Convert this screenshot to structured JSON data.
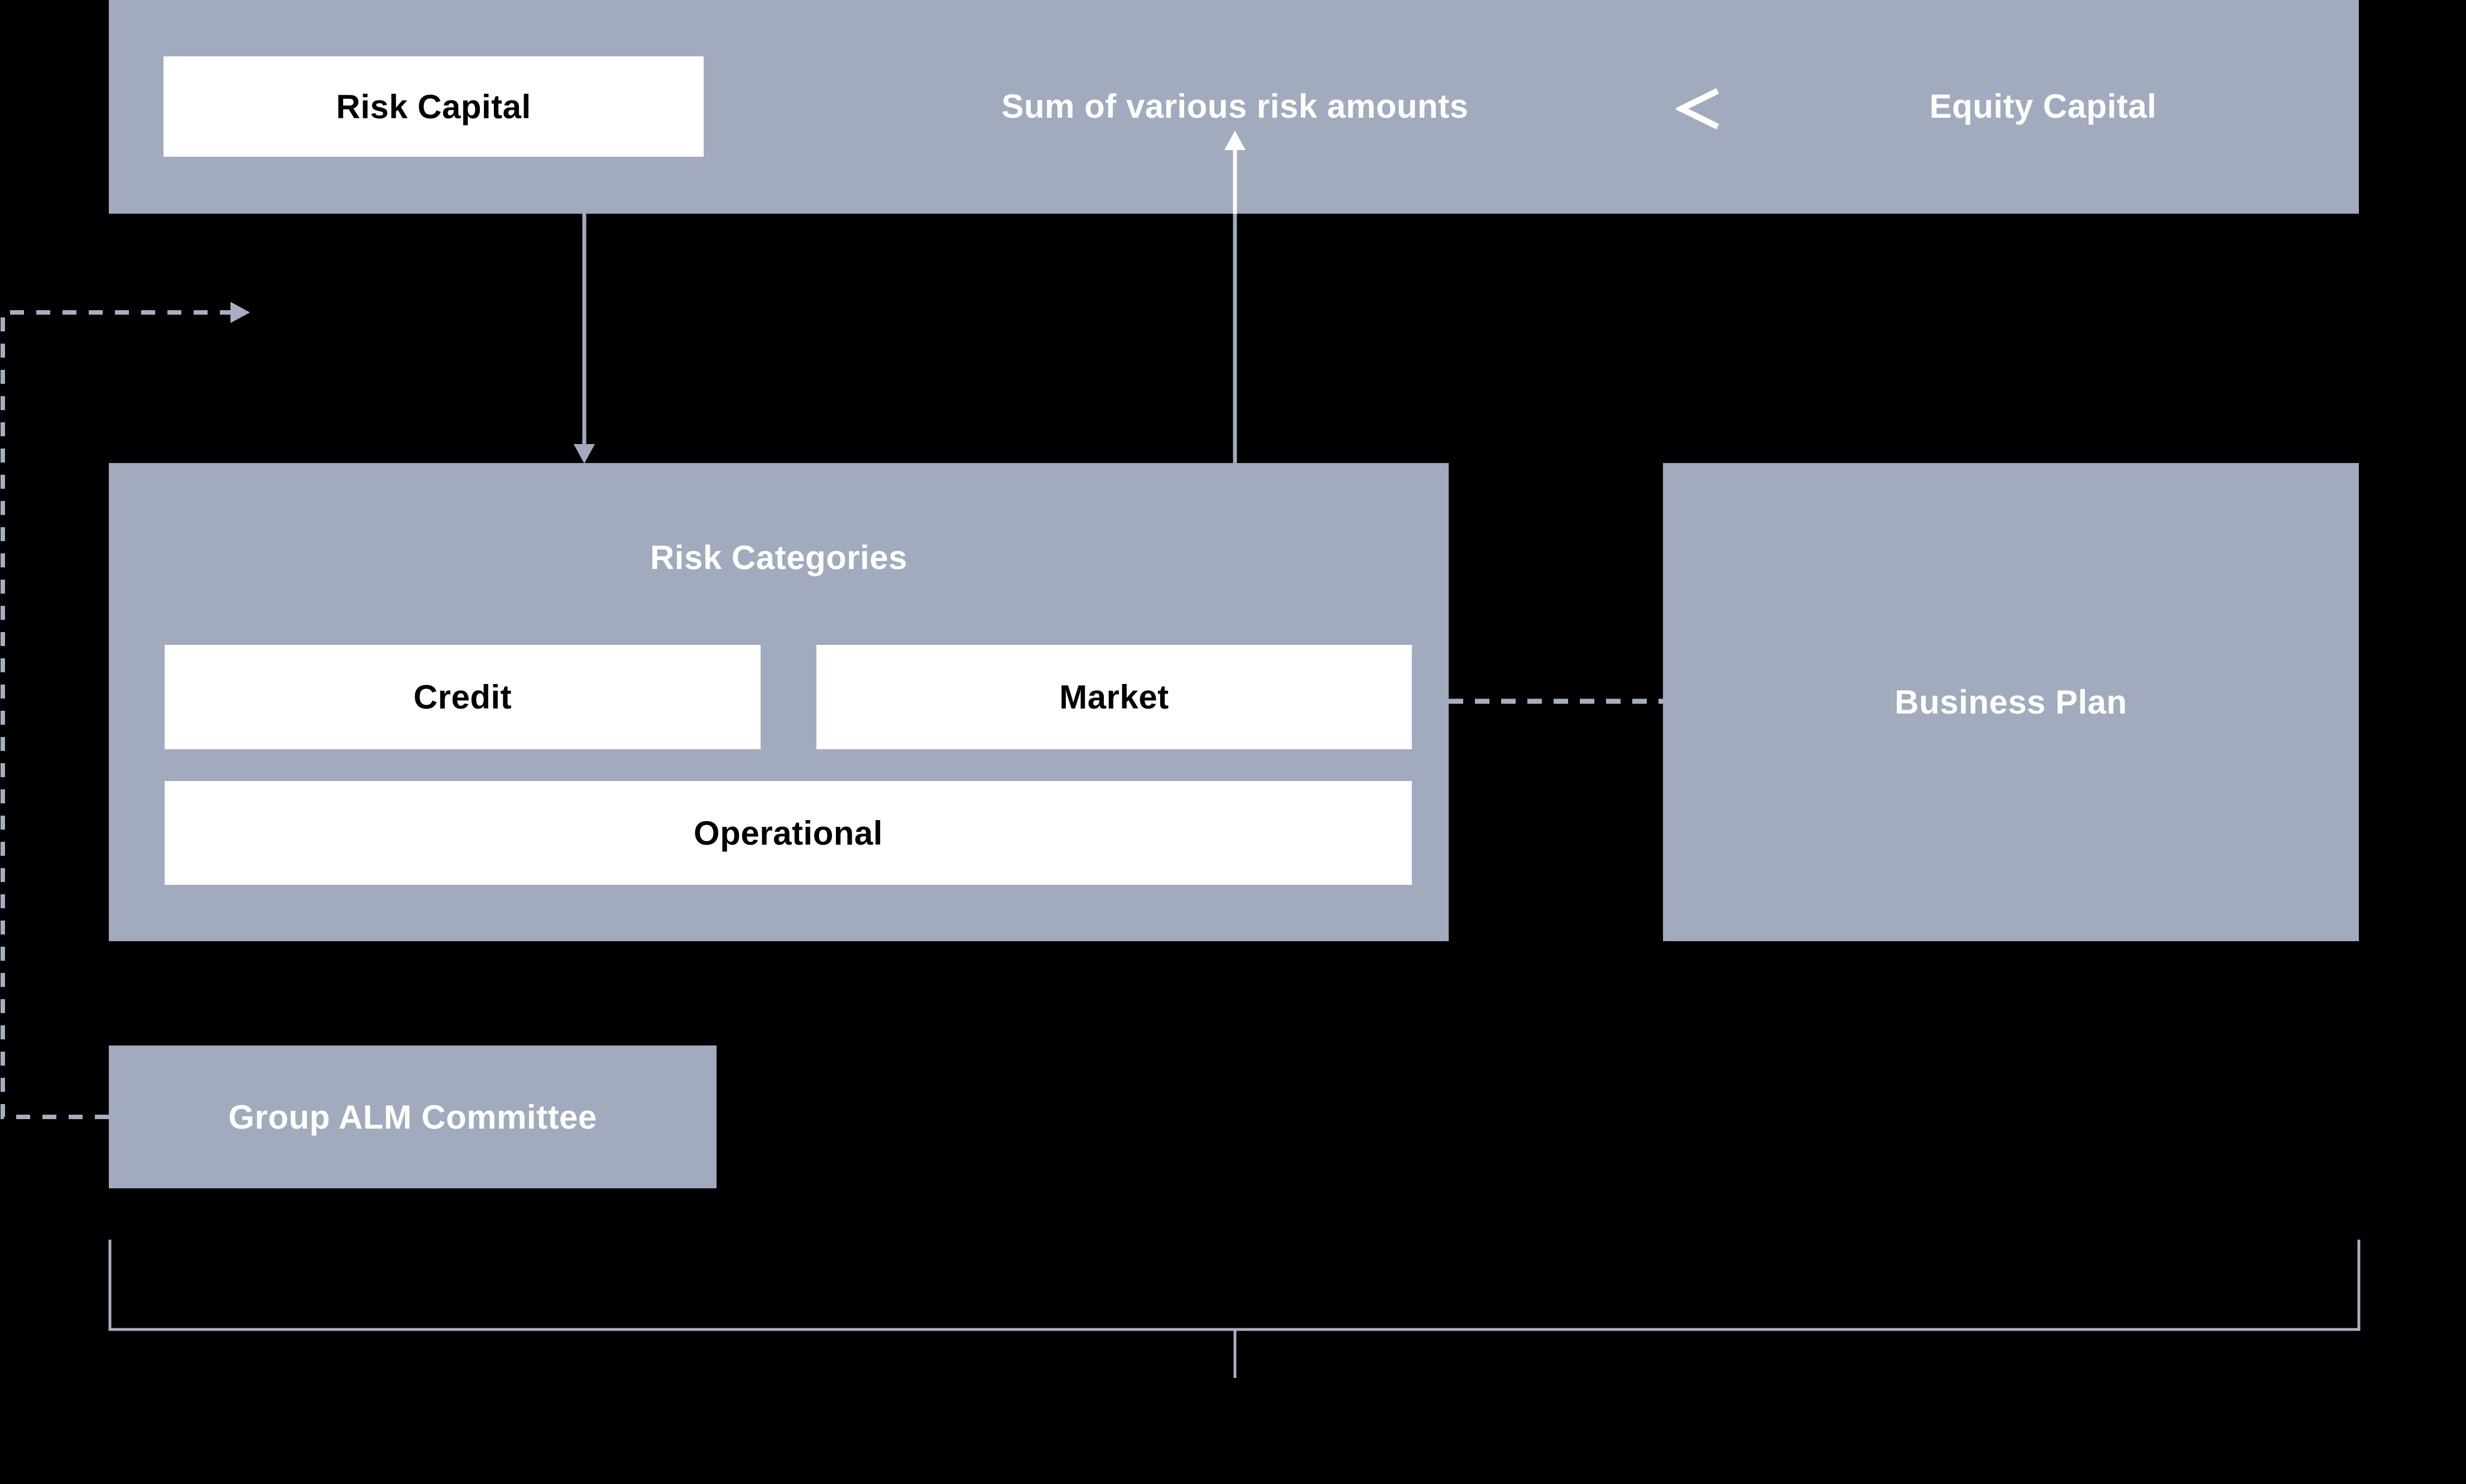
{
  "top_bar": {
    "risk_capital_label": "Risk Capital",
    "sum_label": "Sum of various risk amounts",
    "equity_capital_label": "Equity Capital"
  },
  "icons": {
    "less_than": "<"
  },
  "risk_categories": {
    "title": "Risk Categories",
    "items": [
      {
        "label": "Credit"
      },
      {
        "label": "Market"
      },
      {
        "label": "Operational"
      }
    ]
  },
  "business_plan": {
    "label": "Business Plan"
  },
  "group_alm": {
    "label": "Group ALM Committee"
  },
  "colors": {
    "background": "#000000",
    "panel": "#A2ABBD",
    "panel_text": "#FFFFFF",
    "card_bg": "#FFFFFF",
    "card_text": "#000000",
    "arrow": "#A2ABBD",
    "arrow_white": "#FFFFFF",
    "dash": "#A6AFC1",
    "bracket": "#A9B1C3"
  }
}
